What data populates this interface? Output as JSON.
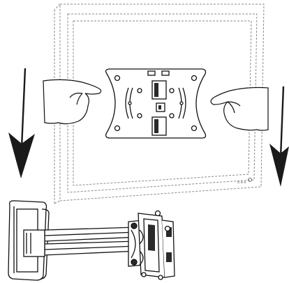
{
  "illustration": {
    "subject": "tv-wall-mount-installation",
    "steps": [
      "hang-tv-plate-onto-arm-bracket"
    ],
    "icons": [
      "arrow-down-icon",
      "hand-icon",
      "mounting-plate-icon",
      "wall-arm-icon",
      "tv-outline-icon"
    ],
    "tv_buttons_label": "o o o",
    "colors": {
      "ink": "#111111",
      "dashed_outline": "#8a8a8a",
      "plate_fill": "#ffffff",
      "arrow": "#1a1a1a",
      "shade": "#2a2a2a"
    }
  }
}
